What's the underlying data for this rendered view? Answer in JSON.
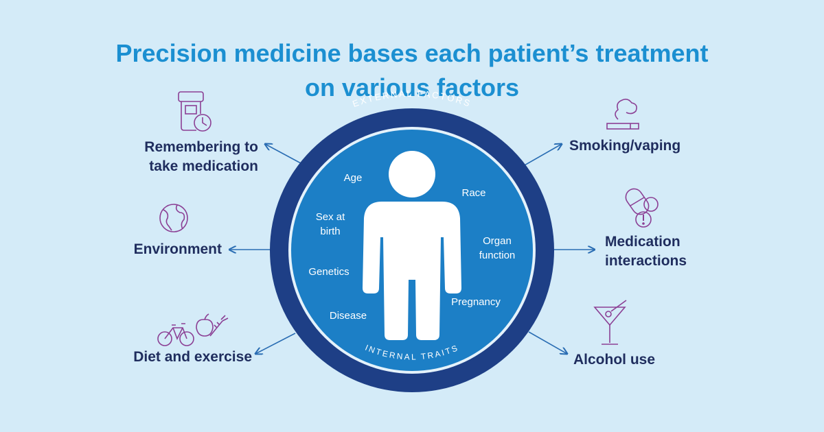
{
  "title": {
    "line1": "Precision medicine bases each patient’s treatment",
    "line2": "on various factors"
  },
  "ring": {
    "outer_label": "EXTERNAL FACTORS",
    "inner_label": "INTERNAL TRAITS"
  },
  "internal_traits": {
    "age": "Age",
    "race": "Race",
    "sex_line1": "Sex at",
    "sex_line2": "birth",
    "organ_line1": "Organ",
    "organ_line2": "function",
    "genetics": "Genetics",
    "pregnancy": "Pregnancy",
    "disease": "Disease"
  },
  "external_factors": {
    "medication_line1": "Remembering to",
    "medication_line2": "take medication",
    "environment": "Environment",
    "diet": "Diet and exercise",
    "smoking": "Smoking/vaping",
    "interactions_line1": "Medication",
    "interactions_line2": "interactions",
    "alcohol": "Alcohol use"
  },
  "colors": {
    "background": "#d4ebf8",
    "title": "#1b8fd1",
    "outer_ring": "#1e3f86",
    "inner_circle": "#1c7fc6",
    "label_text": "#1f2d5e",
    "icon_stroke": "#8b3f94",
    "arrow": "#2a6db3"
  },
  "icons": [
    "pill-bottle-clock-icon",
    "globe-icon",
    "bicycle-icon",
    "apple-carrot-icon",
    "cigarette-icon",
    "pills-warning-icon",
    "martini-glass-icon",
    "person-figure-icon"
  ]
}
